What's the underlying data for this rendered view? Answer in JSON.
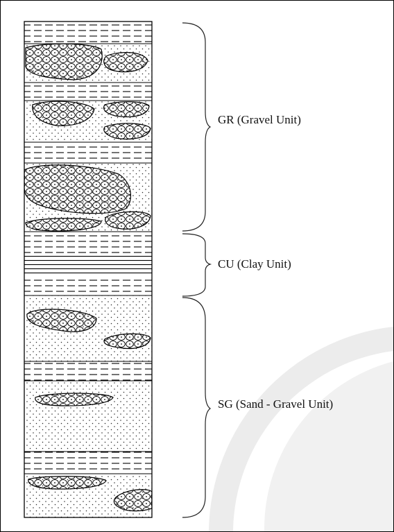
{
  "units": [
    {
      "code": "GR",
      "label": "GR (Gravel Unit)"
    },
    {
      "code": "CU",
      "label": "CU (Clay Unit)"
    },
    {
      "code": "SG",
      "label": "SG (Sand - Gravel Unit)"
    }
  ],
  "colors": {
    "line": "#000000",
    "background": "#ffffff",
    "watermark": "#e6e6e6"
  }
}
